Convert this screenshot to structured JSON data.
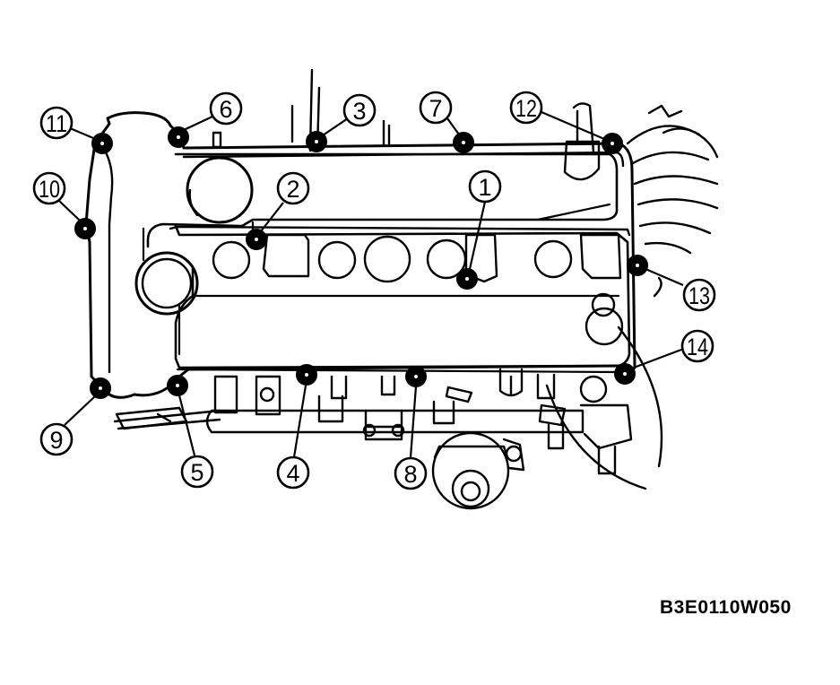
{
  "figure": {
    "reference_code": "B3E0110W050"
  },
  "callouts": [
    {
      "label": "1"
    },
    {
      "label": "2"
    },
    {
      "label": "3"
    },
    {
      "label": "4"
    },
    {
      "label": "5"
    },
    {
      "label": "6"
    },
    {
      "label": "7"
    },
    {
      "label": "8"
    },
    {
      "label": "9"
    },
    {
      "label": "10"
    },
    {
      "label": "11"
    },
    {
      "label": "12"
    },
    {
      "label": "13"
    },
    {
      "label": "14"
    }
  ]
}
